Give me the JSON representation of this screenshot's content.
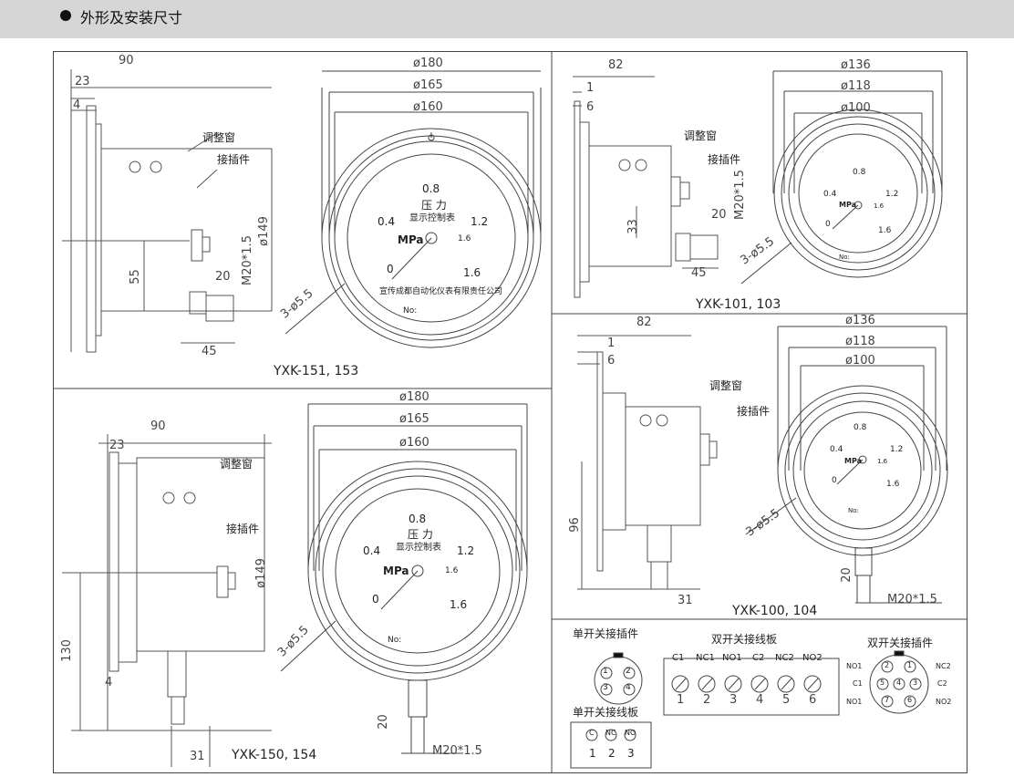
{
  "header": {
    "title": "外形及安装尺寸"
  },
  "panels": {
    "top_left": {
      "model": "YXK-151, 153",
      "dims": {
        "d90": "90",
        "d23": "23",
        "d4": "4",
        "d55": "55",
        "d20": "20",
        "d45": "45",
        "thread": "M20*1.5",
        "d149": "ø149",
        "holes": "3-ø5.5",
        "d180": "ø180",
        "d165": "ø165",
        "d160": "ø160"
      },
      "callouts": {
        "window": "调整窗",
        "plug": "接插件"
      },
      "dial": {
        "ticks": [
          "0",
          "0.4",
          "0.8",
          "1.2",
          "1.6"
        ],
        "unit": "MPa",
        "l1": "压 力",
        "l2": "显示控制表",
        "maker": "宣传成都自动化仪表有限责任公司",
        "no": "No:",
        "cls": "1.6"
      }
    },
    "top_right": {
      "model": "YXK-101, 103",
      "dims": {
        "d82": "82",
        "d1": "1",
        "d6": "6",
        "d33": "33",
        "d20": "20",
        "d45": "45",
        "thread": "M20*1.5",
        "holes": "3-ø5.5",
        "d136": "ø136",
        "d118": "ø118",
        "d100": "ø100"
      },
      "callouts": {
        "window": "调整窗",
        "plug": "接插件"
      },
      "dial": {
        "ticks": [
          "0",
          "0.4",
          "0.8",
          "1.2",
          "1.6"
        ],
        "unit": "MPa",
        "cls": "1.6",
        "no": "No:"
      }
    },
    "bottom_left": {
      "model": "YXK-150, 154",
      "dims": {
        "d90": "90",
        "d23": "23",
        "d130": "130",
        "d4": "4",
        "d149": "ø149",
        "d31": "31",
        "d20": "20",
        "thread": "M20*1.5",
        "holes": "3-ø5.5",
        "d180": "ø180",
        "d165": "ø165",
        "d160": "ø160"
      },
      "callouts": {
        "window": "调整窗",
        "plug": "接插件"
      },
      "dial": {
        "ticks": [
          "0",
          "0.4",
          "0.8",
          "1.2",
          "1.6"
        ],
        "unit": "MPa",
        "l1": "压 力",
        "l2": "显示控制表",
        "cls": "1.6",
        "no": "No:"
      }
    },
    "mid_right": {
      "model": "YXK-100, 104",
      "dims": {
        "d82": "82",
        "d1": "1",
        "d6": "6",
        "d96": "96",
        "d31": "31",
        "d20": "20",
        "thread": "M20*1.5",
        "holes": "3-ø5.5",
        "d136": "ø136",
        "d118": "ø118",
        "d100": "ø100"
      },
      "callouts": {
        "window": "调整窗",
        "plug": "接插件"
      },
      "dial": {
        "ticks": [
          "0",
          "0.4",
          "0.8",
          "1.2",
          "1.6"
        ],
        "unit": "MPa",
        "cls": "1.6",
        "no": "No:"
      }
    },
    "wiring": {
      "single_plug_title": "单开关接插件",
      "single_plug_pins": [
        "1",
        "2",
        "3",
        "4"
      ],
      "single_board_title": "单开关接线板",
      "single_board_terms": [
        "C",
        "NC",
        "NO"
      ],
      "single_board_nums": [
        "1",
        "2",
        "3"
      ],
      "double_board_title": "双开关接线板",
      "double_board_terms": [
        "C1",
        "NC1",
        "NO1",
        "C2",
        "NC2",
        "NO2"
      ],
      "double_board_nums": [
        "1",
        "2",
        "3",
        "4",
        "5",
        "6"
      ],
      "double_plug_title": "双开关接插件",
      "double_plug_labels": {
        "no1_top": "NO1",
        "nc2": "NC2",
        "c1": "C1",
        "c2": "C2",
        "no1_bot": "NO1",
        "no2": "NO2"
      },
      "double_plug_pins": [
        "2",
        "1",
        "5",
        "4",
        "3",
        "7",
        "6"
      ]
    }
  }
}
